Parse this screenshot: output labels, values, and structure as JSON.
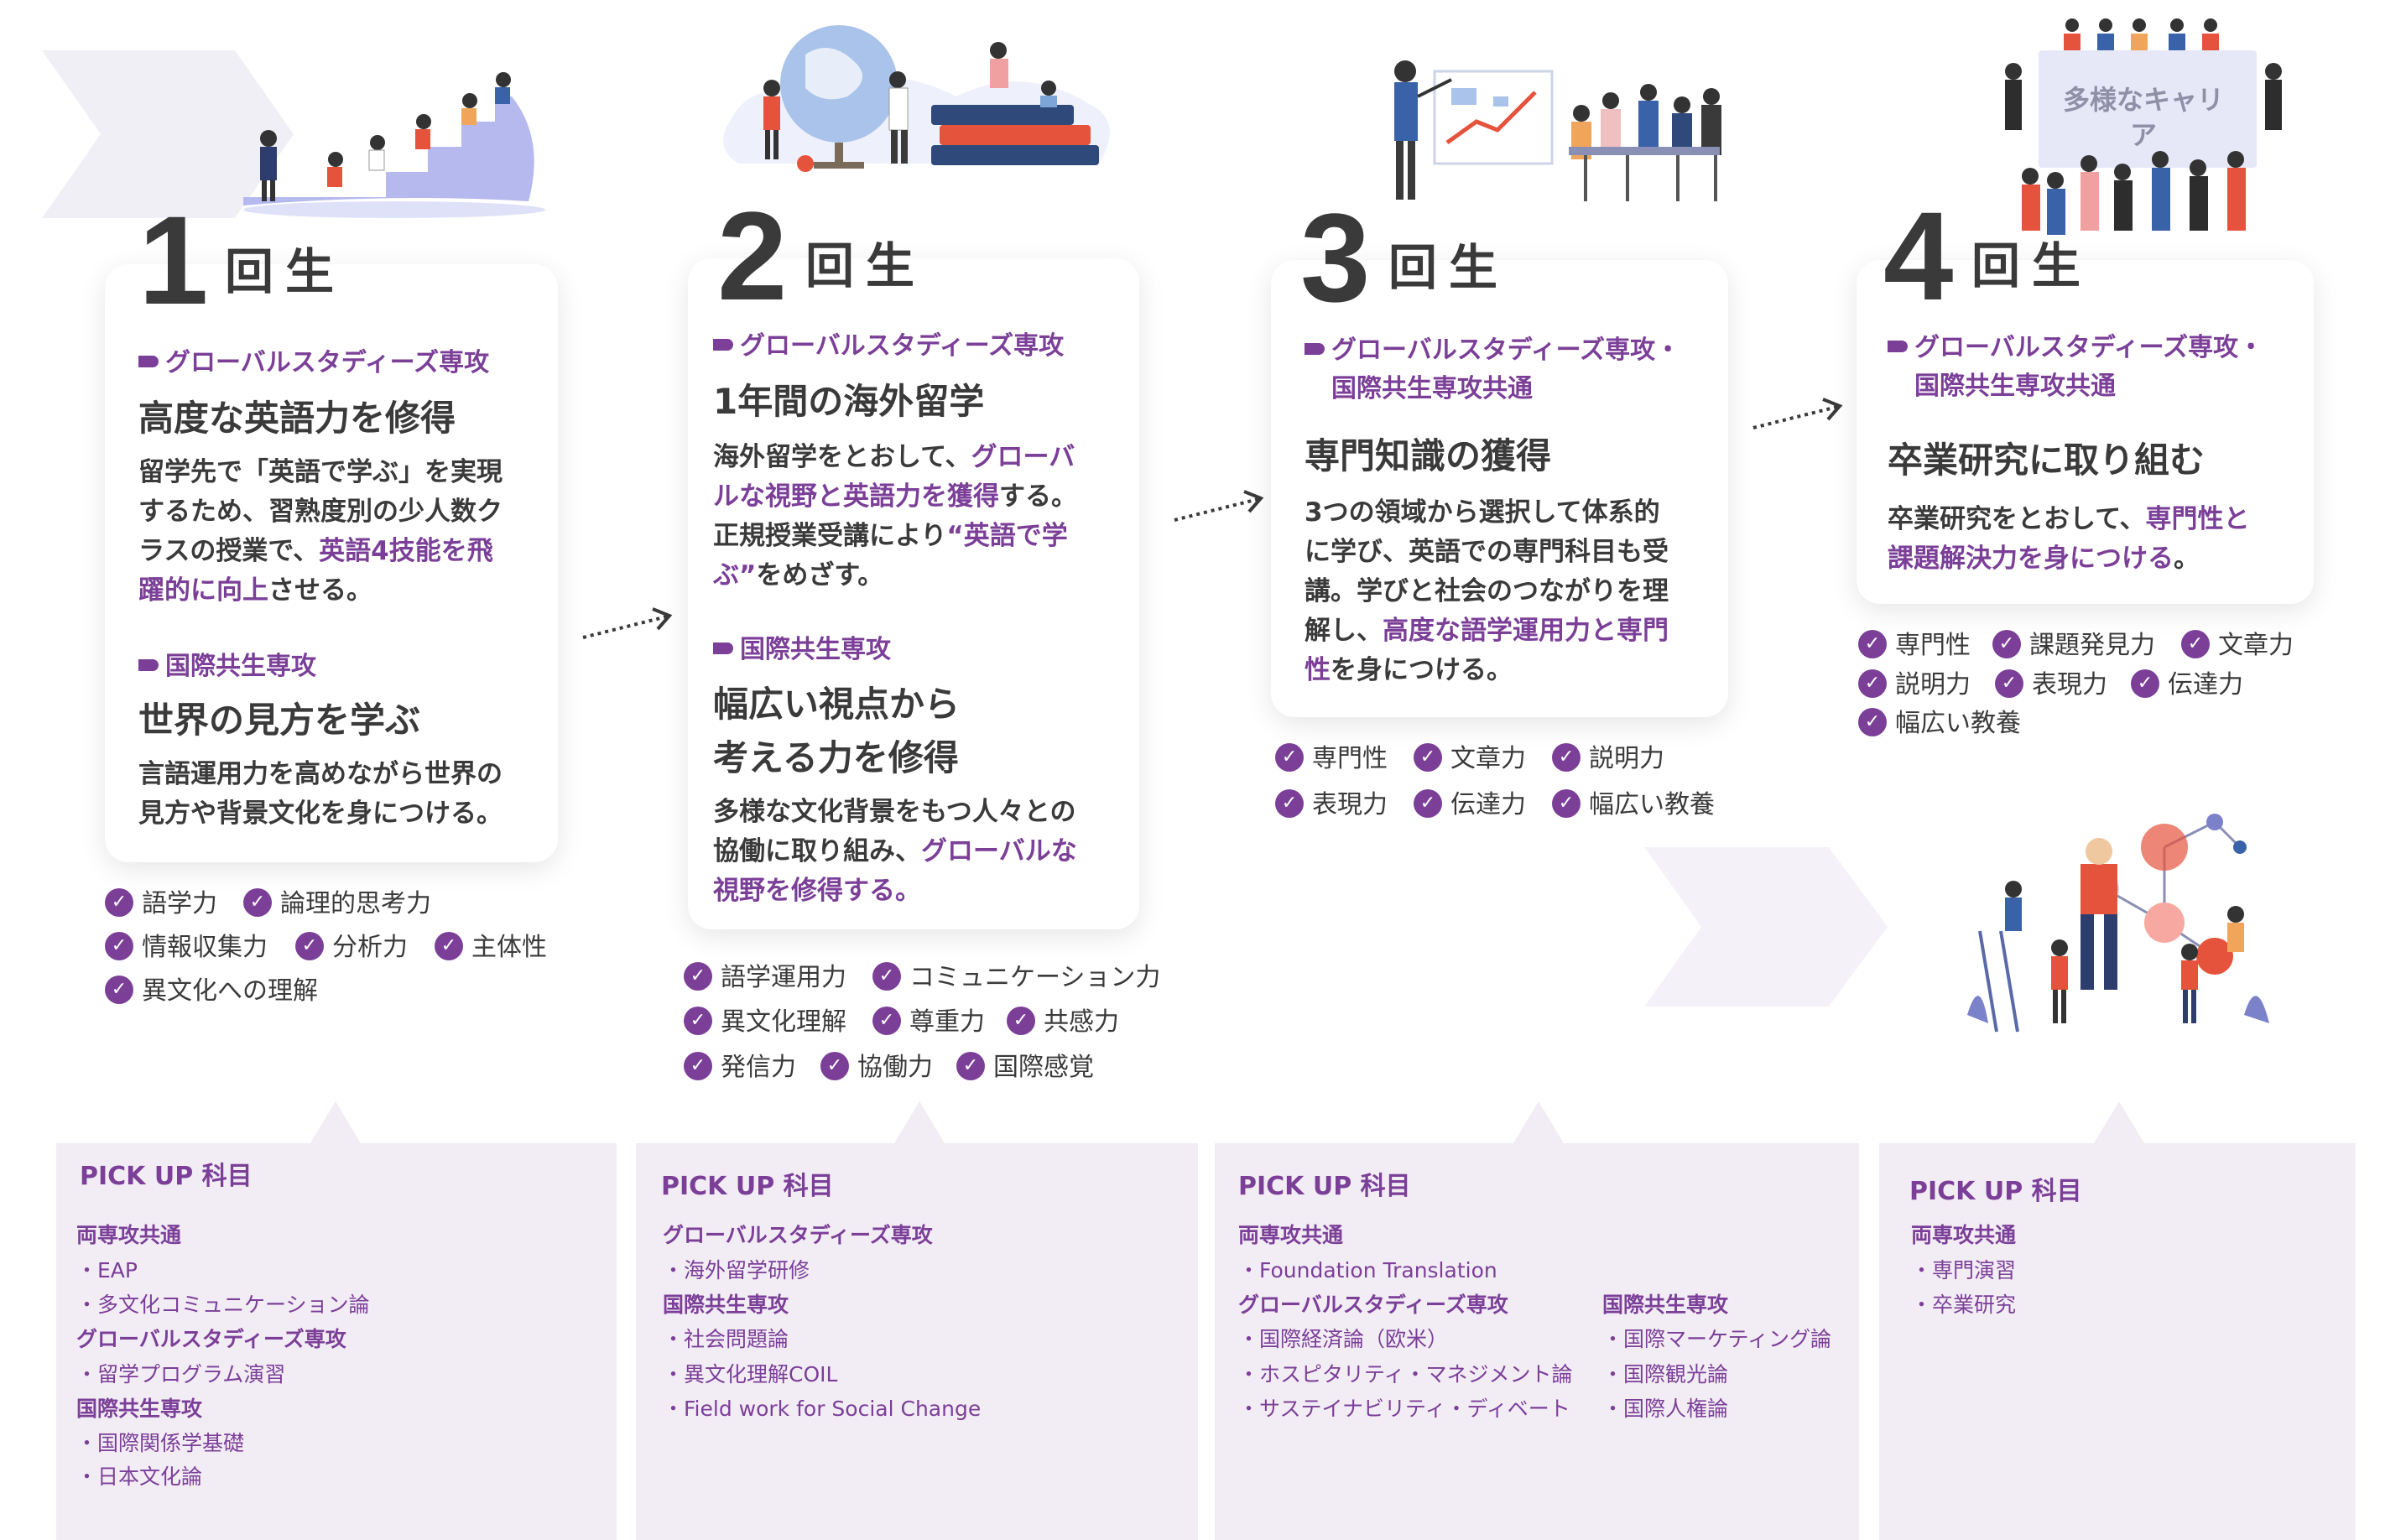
{
  "accent_color": "#7b3f98",
  "years": [
    {
      "num": "1",
      "label": "回生",
      "tag1": "グローバルスタディーズ専攻",
      "head1": "高度な英語力を修得",
      "body1": [
        "留学先で「英語で学ぶ」を実現",
        "するため、習熟度別の少人数ク",
        "ラスの授業で、",
        "英語4技能を飛",
        "躍的に向上",
        "させる。"
      ],
      "tag2": "国際共生専攻",
      "head2": "世界の見方を学ぶ",
      "body2": [
        "言語運用力を高めながら世界の",
        "見方や背景文化を身につける。"
      ],
      "skills": [
        "語学力",
        "論理的思考力",
        "情報収集力",
        "分析力",
        "主体性",
        "異文化への理解"
      ]
    },
    {
      "num": "2",
      "label": "回生",
      "tag1": "グローバルスタディーズ専攻",
      "head1": "1年間の海外留学",
      "body1": [
        "海外留学をとおして、",
        "グローバ",
        "ルな視野と英語力を獲得",
        "する。",
        "正規授業受講により",
        "“英語で学",
        "ぶ”",
        "をめざす。"
      ],
      "tag2": "国際共生専攻",
      "head2": [
        "幅広い視点から",
        "考える力を修得"
      ],
      "body2": [
        "多様な文化背景をもつ人々との",
        "協働に取り組み、",
        "グローバルな",
        "視野を修得する。"
      ],
      "skills": [
        "語学運用力",
        "コミュニケーション力",
        "異文化理解",
        "尊重力",
        "共感力",
        "発信力",
        "協働力",
        "国際感覚"
      ]
    },
    {
      "num": "3",
      "label": "回生",
      "tag1": [
        "グローバルスタディーズ専攻・",
        "国際共生専攻共通"
      ],
      "head1": "専門知識の獲得",
      "body1": [
        "3つの領域から選択して体系的",
        "に学び、英語での専門科目も受",
        "講。学びと社会のつながりを理",
        "解し、",
        "高度な語学運用力と専門",
        "性",
        "を身につける。"
      ],
      "skills": [
        "専門性",
        "文章力",
        "説明力",
        "表現力",
        "伝達力",
        "幅広い教養"
      ]
    },
    {
      "num": "4",
      "label": "回生",
      "tag1": [
        "グローバルスタディーズ専攻・",
        "国際共生専攻共通"
      ],
      "head1": "卒業研究に取り組む",
      "body1": [
        "卒業研究をとおして、",
        "専門性と",
        "課題解決力を身につける",
        "。"
      ],
      "skills": [
        "専門性",
        "課題発見力",
        "文章力",
        "説明力",
        "表現力",
        "伝達力",
        "幅広い教養"
      ],
      "sign": [
        "多様なキャリ",
        "ア"
      ]
    }
  ],
  "pickup": [
    {
      "title": "PICK UP 科目",
      "groups": [
        {
          "head": "両専攻共通",
          "items": [
            "・EAP",
            "・多文化コミュニケーション論"
          ]
        },
        {
          "head": "グローバルスタディーズ専攻",
          "items": [
            "・留学プログラム演習"
          ]
        },
        {
          "head": "国際共生専攻",
          "items": [
            "・国際関係学基礎",
            "・日本文化論"
          ]
        }
      ]
    },
    {
      "title": "PICK UP 科目",
      "groups": [
        {
          "head": "グローバルスタディーズ専攻",
          "items": [
            "・海外留学研修"
          ]
        },
        {
          "head": "国際共生専攻",
          "items": [
            "・社会問題論",
            "・異文化理解COIL",
            "・Field work for Social Change"
          ]
        }
      ]
    },
    {
      "title": "PICK UP 科目",
      "groups": [
        {
          "head": "両専攻共通",
          "items": [
            "・Foundation Translation"
          ]
        },
        {
          "head": "グローバルスタディーズ専攻",
          "items": [
            "・国際経済論（欧米）",
            "・ホスピタリティ・マネジメント論",
            "・サステイナビリティ・ディベート"
          ]
        },
        {
          "head": "国際共生専攻",
          "items": [
            "・国際マーケティング論",
            "・国際観光論",
            "・国際人権論"
          ]
        }
      ]
    },
    {
      "title": "PICK UP 科目",
      "groups": [
        {
          "head": "両専攻共通",
          "items": [
            "・専門演習",
            "・卒業研究"
          ]
        }
      ]
    }
  ]
}
